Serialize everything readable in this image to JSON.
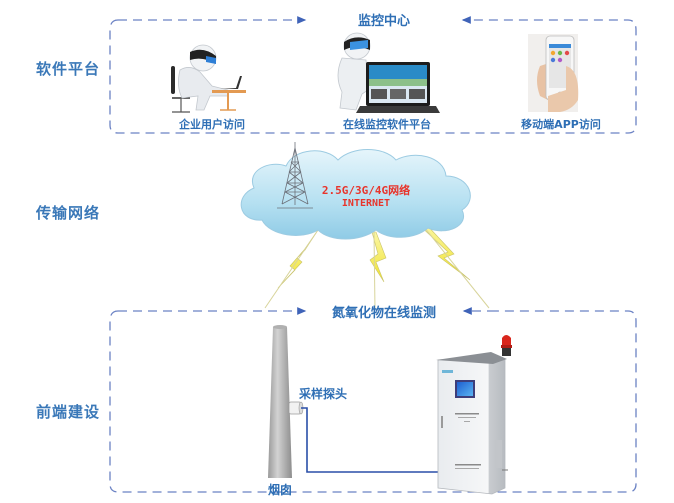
{
  "layers": {
    "software": "软件平台",
    "transport": "传输网络",
    "frontend": "前端建设"
  },
  "software_platform": {
    "title": "监控中心",
    "nodes": [
      {
        "label": "企业用户访问",
        "icon": "user-at-laptop-icon"
      },
      {
        "label": "在线监控软件平台",
        "icon": "monitoring-laptop-icon"
      },
      {
        "label": "移动端APP访问",
        "icon": "mobile-phone-icon"
      }
    ]
  },
  "network": {
    "line1": "2.5G/3G/4G网络",
    "line2": "INTERNET",
    "icons": [
      "cloud-icon",
      "signal-tower-icon",
      "lightning-icon"
    ]
  },
  "frontend": {
    "title": "氮氧化物在线监测",
    "probe_label": "采样探头",
    "chimney_label": "烟囱",
    "analyzer_icon": "analyzer-cabinet-icon"
  },
  "colors": {
    "dash": "#6b82c4",
    "label_blue": "#2f6fb5",
    "network_text": "#e8342b",
    "cloud": "#a9d8ec",
    "lightning": "#f2ea3c",
    "pipe": "#2a4fa8"
  }
}
